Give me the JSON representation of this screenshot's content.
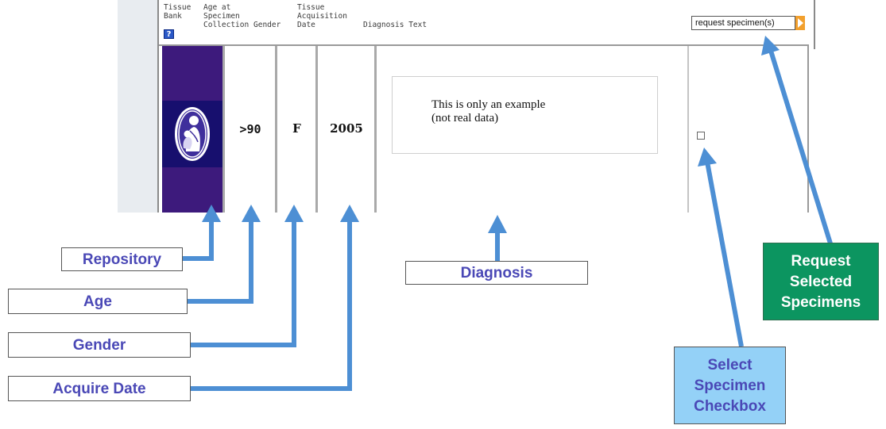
{
  "table": {
    "headers": {
      "tissue_bank": "Tissue\nBank",
      "age": "Age at\nSpecimen\nCollection",
      "gender": "Gender",
      "acquisition_date": "Tissue\nAcquisition\nDate",
      "diagnosis": "Diagnosis Text"
    },
    "help_icon": "?",
    "request_button": "request specimen(s)",
    "row": {
      "age": ">90",
      "gender": "F",
      "acquisition_date": "2005",
      "diagnosis": "This is only an example\n(not real data)"
    }
  },
  "callouts": {
    "repository": "Repository",
    "age": "Age",
    "gender": "Gender",
    "acquire_date": "Acquire Date",
    "diagnosis": "Diagnosis",
    "select_checkbox": "Select\nSpecimen\nCheckbox",
    "request_selected": "Request\nSelected\nSpecimens"
  },
  "colors": {
    "arrow": "#4d8fd4",
    "repository_purple": "#3d1a7c",
    "callout_text": "#4a48b6",
    "request_green": "#0c9560",
    "select_blue": "#94d1f7"
  },
  "icons": {
    "help": "question-mark-icon",
    "request_arrow": "play-triangle-icon",
    "repository_logo": "mother-child-emblem-icon"
  }
}
